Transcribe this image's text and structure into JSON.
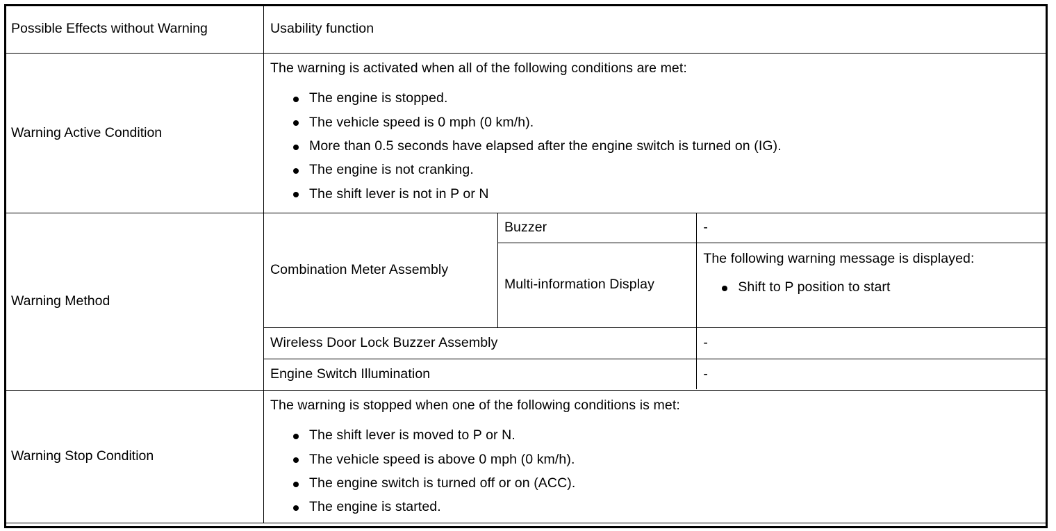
{
  "document": {
    "type": "specification-table",
    "rows": [
      {
        "id": "possible-effects",
        "label": "Possible Effects without Warning",
        "value": "Usability function"
      },
      {
        "id": "warning-active-condition",
        "label": "Warning Active Condition",
        "intro": "The warning is activated when all of the following conditions are met:",
        "bullets": [
          "The engine is stopped.",
          "The vehicle speed is 0 mph (0 km/h).",
          "More than 0.5 seconds have elapsed after the engine switch is turned on (IG).",
          "The engine is not cranking.",
          "The shift lever is not in P or N"
        ]
      },
      {
        "id": "warning-method",
        "label": "Warning Method",
        "components": [
          {
            "name": "Combination Meter Assembly",
            "subcomponents": [
              {
                "name": "Buzzer",
                "value": "-"
              },
              {
                "name": "Multi-information Display",
                "intro": "The following warning message is displayed:",
                "bullets": [
                  "Shift to P position to start"
                ]
              }
            ]
          },
          {
            "name": "Wireless Door Lock Buzzer Assembly",
            "value": "-"
          },
          {
            "name": "Engine Switch Illumination",
            "value": "-"
          }
        ]
      },
      {
        "id": "warning-stop-condition",
        "label": "Warning Stop Condition",
        "intro": "The warning is stopped when one of the following conditions is met:",
        "bullets": [
          "The shift lever is moved to P or N.",
          "The vehicle speed is above 0 mph (0 km/h).",
          "The engine switch is turned off or on (ACC).",
          "The engine is started."
        ]
      }
    ]
  },
  "colors": {
    "border": "#000000",
    "text": "#000000",
    "background": "#ffffff"
  }
}
